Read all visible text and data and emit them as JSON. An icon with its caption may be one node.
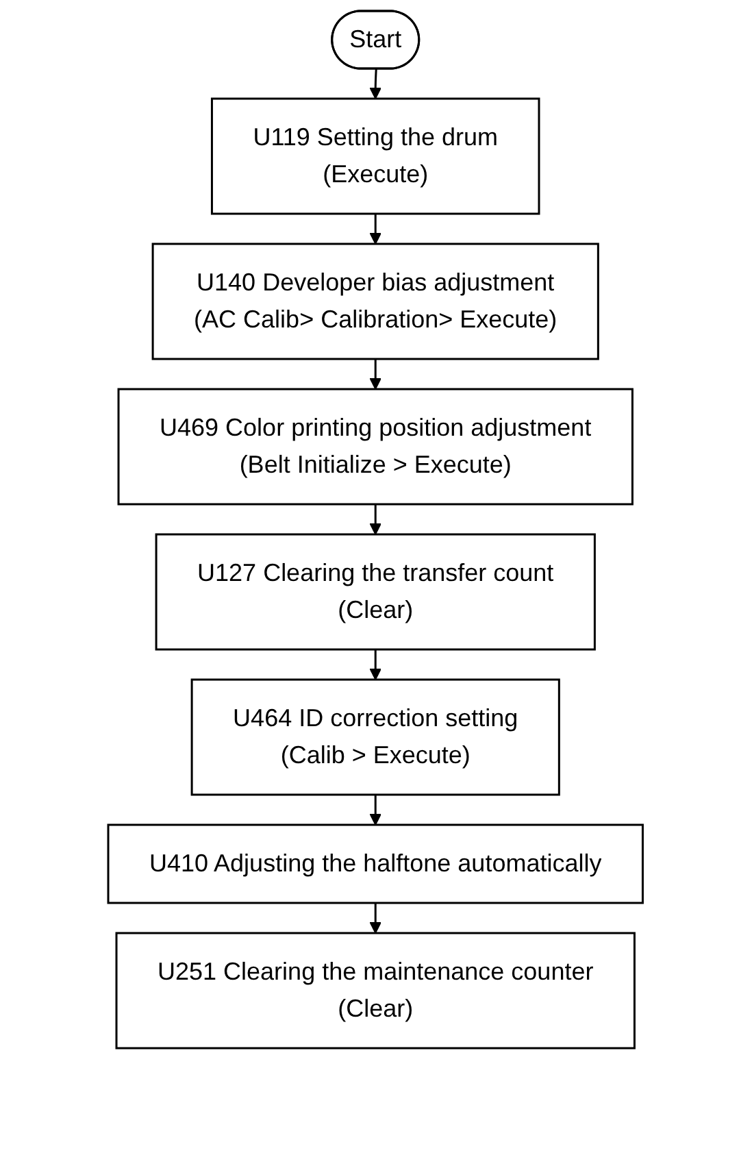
{
  "diagram": {
    "nodes": [
      {
        "text": [
          "Start"
        ]
      },
      {
        "text": [
          "U119 Setting the drum",
          "(Execute)"
        ]
      },
      {
        "text": [
          "U140 Developer bias adjustment",
          "(AC Calib> Calibration> Execute)"
        ]
      },
      {
        "text": [
          "U469 Color printing position adjustment",
          "(Belt Initialize > Execute)"
        ]
      },
      {
        "text": [
          "U127 Clearing the transfer count",
          "(Clear)"
        ]
      },
      {
        "text": [
          "U464 ID correction setting",
          "(Calib > Execute)"
        ]
      },
      {
        "text": [
          "U410 Adjusting the halftone automatically"
        ]
      },
      {
        "text": [
          "U251 Clearing the maintenance counter",
          "(Clear)"
        ]
      }
    ],
    "edges": [
      {
        "from": 0,
        "to": 1,
        "arrow": "to"
      },
      {
        "from": 1,
        "to": 2,
        "arrow": "to"
      },
      {
        "from": 2,
        "to": 3,
        "arrow": "to"
      },
      {
        "from": 3,
        "to": 4,
        "arrow": "to"
      },
      {
        "from": 4,
        "to": 5,
        "arrow": "to"
      },
      {
        "from": 5,
        "to": 6,
        "arrow": "to"
      },
      {
        "from": 6,
        "to": 7,
        "arrow": "to"
      }
    ]
  }
}
